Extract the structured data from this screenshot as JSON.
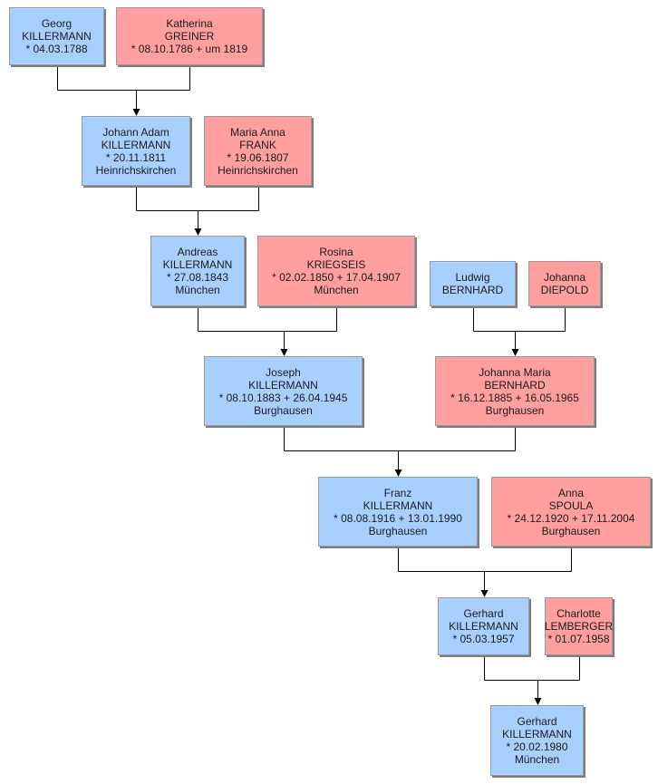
{
  "colors": {
    "male": "#a8d0ff",
    "female": "#ff9f9f",
    "connector": "#000000"
  },
  "persons": [
    {
      "id": "p1",
      "sex": "male",
      "lines": [
        "Georg",
        "KILLERMANN",
        "* 04.03.1788"
      ]
    },
    {
      "id": "p2",
      "sex": "female",
      "lines": [
        "Katherina",
        "GREINER",
        "* 08.10.1786  + um 1819"
      ]
    },
    {
      "id": "p3",
      "sex": "male",
      "lines": [
        "Johann Adam",
        "KILLERMANN",
        "* 20.11.1811",
        "Heinrichskirchen"
      ]
    },
    {
      "id": "p4",
      "sex": "female",
      "lines": [
        "Maria Anna",
        "FRANK",
        "* 19.06.1807",
        "Heinrichskirchen"
      ]
    },
    {
      "id": "p5",
      "sex": "male",
      "lines": [
        "Andreas",
        "KILLERMANN",
        "* 27.08.1843",
        "München"
      ]
    },
    {
      "id": "p6",
      "sex": "female",
      "lines": [
        "Rosina",
        "KRIEGSEIS",
        "* 02.02.1850  + 17.04.1907",
        "München"
      ]
    },
    {
      "id": "p7",
      "sex": "male",
      "lines": [
        "Ludwig",
        "BERNHARD"
      ]
    },
    {
      "id": "p8",
      "sex": "female",
      "lines": [
        "Johanna",
        "DIEPOLD"
      ]
    },
    {
      "id": "p9",
      "sex": "male",
      "lines": [
        "Joseph",
        "KILLERMANN",
        "* 08.10.1883  + 26.04.1945",
        "Burghausen"
      ]
    },
    {
      "id": "p10",
      "sex": "female",
      "lines": [
        "Johanna Maria",
        "BERNHARD",
        "* 16.12.1885  + 16.05.1965",
        "Burghausen"
      ]
    },
    {
      "id": "p11",
      "sex": "male",
      "lines": [
        "Franz",
        "KILLERMANN",
        "* 08.08.1916  + 13.01.1990",
        "Burghausen"
      ]
    },
    {
      "id": "p12",
      "sex": "female",
      "lines": [
        "Anna",
        "SPOULA",
        "* 24.12.1920  + 17.11.2004",
        "Burghausen"
      ]
    },
    {
      "id": "p13",
      "sex": "male",
      "lines": [
        "Gerhard",
        "KILLERMANN",
        "* 05.03.1957"
      ]
    },
    {
      "id": "p14",
      "sex": "female",
      "lines": [
        "Charlotte",
        "LEMBERGER",
        "* 01.07.1958"
      ]
    },
    {
      "id": "p15",
      "sex": "male",
      "lines": [
        "Gerhard",
        "KILLERMANN",
        "* 20.02.1980",
        "München"
      ]
    }
  ],
  "unions": [
    {
      "father": "p1",
      "mother": "p2",
      "child": "p3"
    },
    {
      "father": "p3",
      "mother": "p4",
      "child": "p5"
    },
    {
      "father": "p5",
      "mother": "p6",
      "child": "p9"
    },
    {
      "father": "p7",
      "mother": "p8",
      "child": "p10"
    },
    {
      "father": "p9",
      "mother": "p10",
      "child": "p11"
    },
    {
      "father": "p11",
      "mother": "p12",
      "child": "p13"
    },
    {
      "father": "p13",
      "mother": "p14",
      "child": "p15"
    }
  ]
}
